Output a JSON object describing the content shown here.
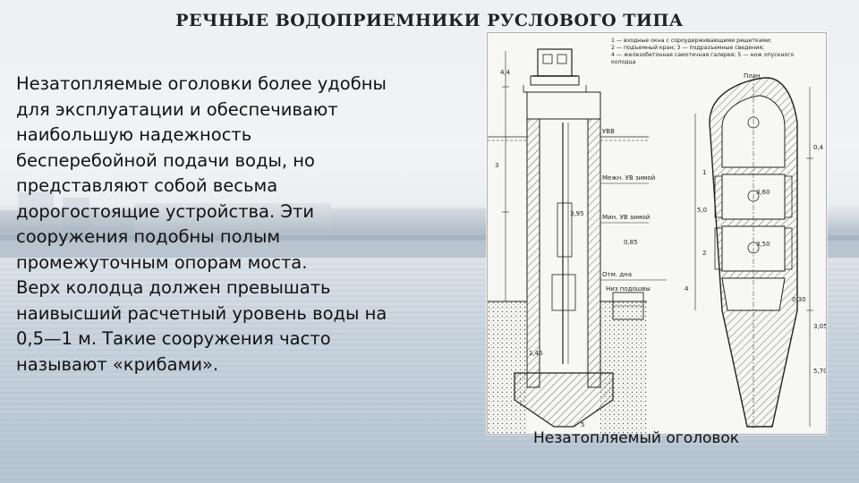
{
  "title": "РЕЧНЫЕ ВОДОПРИЕМНИКИ РУСЛОВОГО ТИПА",
  "body_lines": [
    "Незатопляемые оголовки более удобны",
    "для эксплуатации и обеспечивают",
    "наибольшую надежность",
    "бесперебойной подачи воды, но",
    "представляют собой весьма",
    "дорогостоящие устройства. Эти",
    "сооружения подобны полым",
    "промежуточным опорам моста.",
    "Верх колодца должен превышать",
    "наивысший расчетный уровень воды на",
    "0,5—1 м. Такие сооружения часто",
    "называют «крибами»."
  ],
  "figure": {
    "caption": "Незатопляемый оголовок",
    "legend_lines": [
      "1 — входные окна с сороудерживающими решетками;",
      "2 — подъемный кран; 3 — подразъемные сведения;",
      "4 — железобетонная самотечная галерея; 5 — нож опускного",
      "колодца"
    ],
    "plan_label": "План",
    "labels": {
      "uvv": "УВВ",
      "mezh_uv": "Межн. УВ зимой",
      "min_uv": "Мин. УВ зимой",
      "otm_dna": "Отм. дна",
      "nizh_podoshvy": "Низ подошвы",
      "dim_1": "0,85",
      "dim_2": "3,95",
      "dim_3": "3,60",
      "dim_4": "3,50",
      "dim_5": "5,0",
      "dim_6": "0,30",
      "dim_7": "3,05",
      "dim_8": "5,70",
      "dim_9": "4,4",
      "dim_10": "0,4",
      "dim_11": "1,45",
      "num_1": "1",
      "num_2": "2",
      "num_3": "3",
      "num_4": "4",
      "num_5": "5"
    }
  }
}
